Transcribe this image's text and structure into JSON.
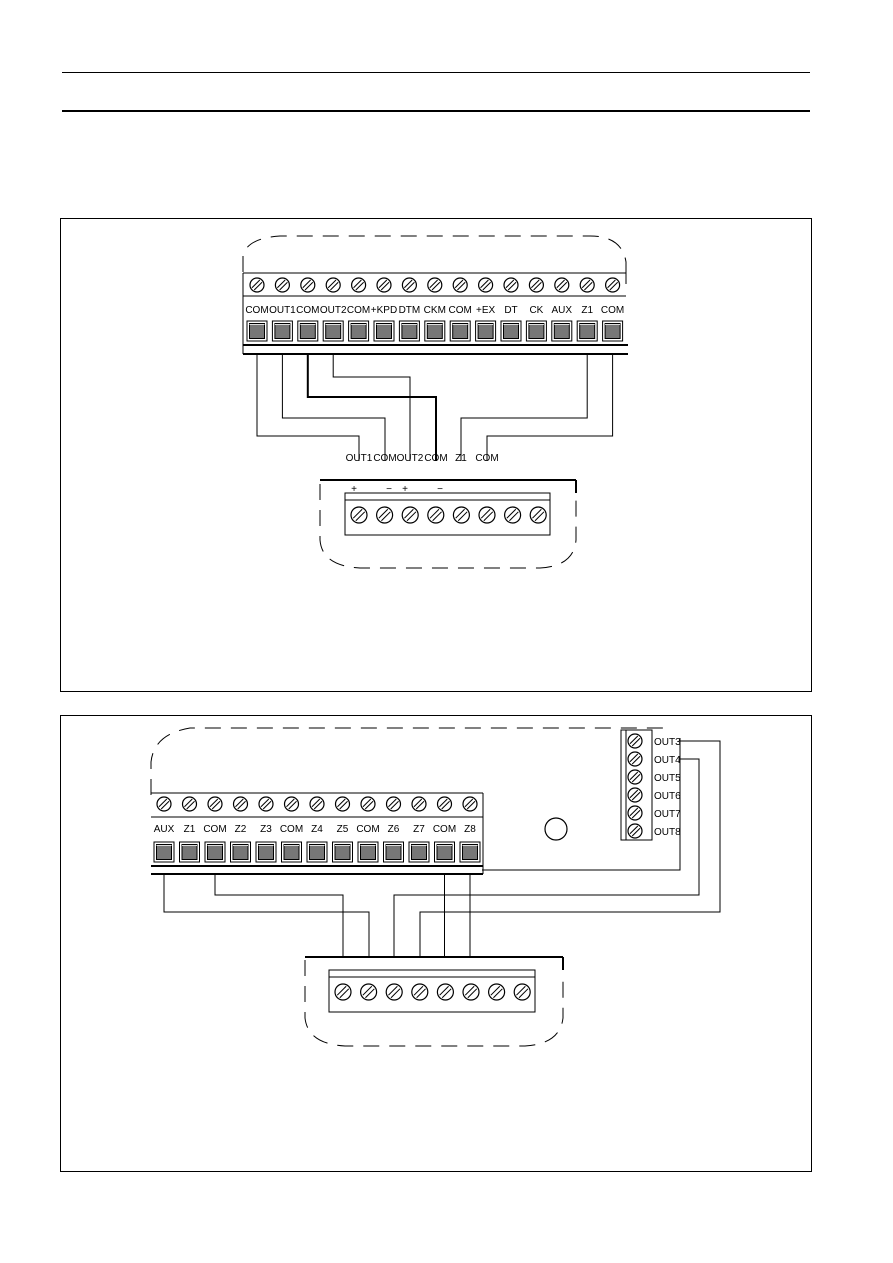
{
  "diagram1": {
    "top_terminals": [
      "COM",
      "OUT1",
      "COM",
      "OUT2",
      "COM",
      "+KPD",
      "DTM",
      "CKM",
      "COM",
      "+EX",
      "DT",
      "CK",
      "AUX",
      "Z1",
      "COM"
    ],
    "bottom_labels": [
      "OUT1",
      "COM",
      "OUT2",
      "COM",
      "Z1",
      "COM"
    ],
    "polarity": [
      "+",
      "−",
      "+",
      "−"
    ]
  },
  "diagram2": {
    "top_terminals": [
      "AUX",
      "Z1",
      "COM",
      "Z2",
      "Z3",
      "COM",
      "Z4",
      "Z5",
      "COM",
      "Z6",
      "Z7",
      "COM",
      "Z8"
    ],
    "output_labels": [
      "OUT3",
      "OUT4",
      "OUT5",
      "OUT6",
      "OUT7",
      "OUT8"
    ]
  }
}
